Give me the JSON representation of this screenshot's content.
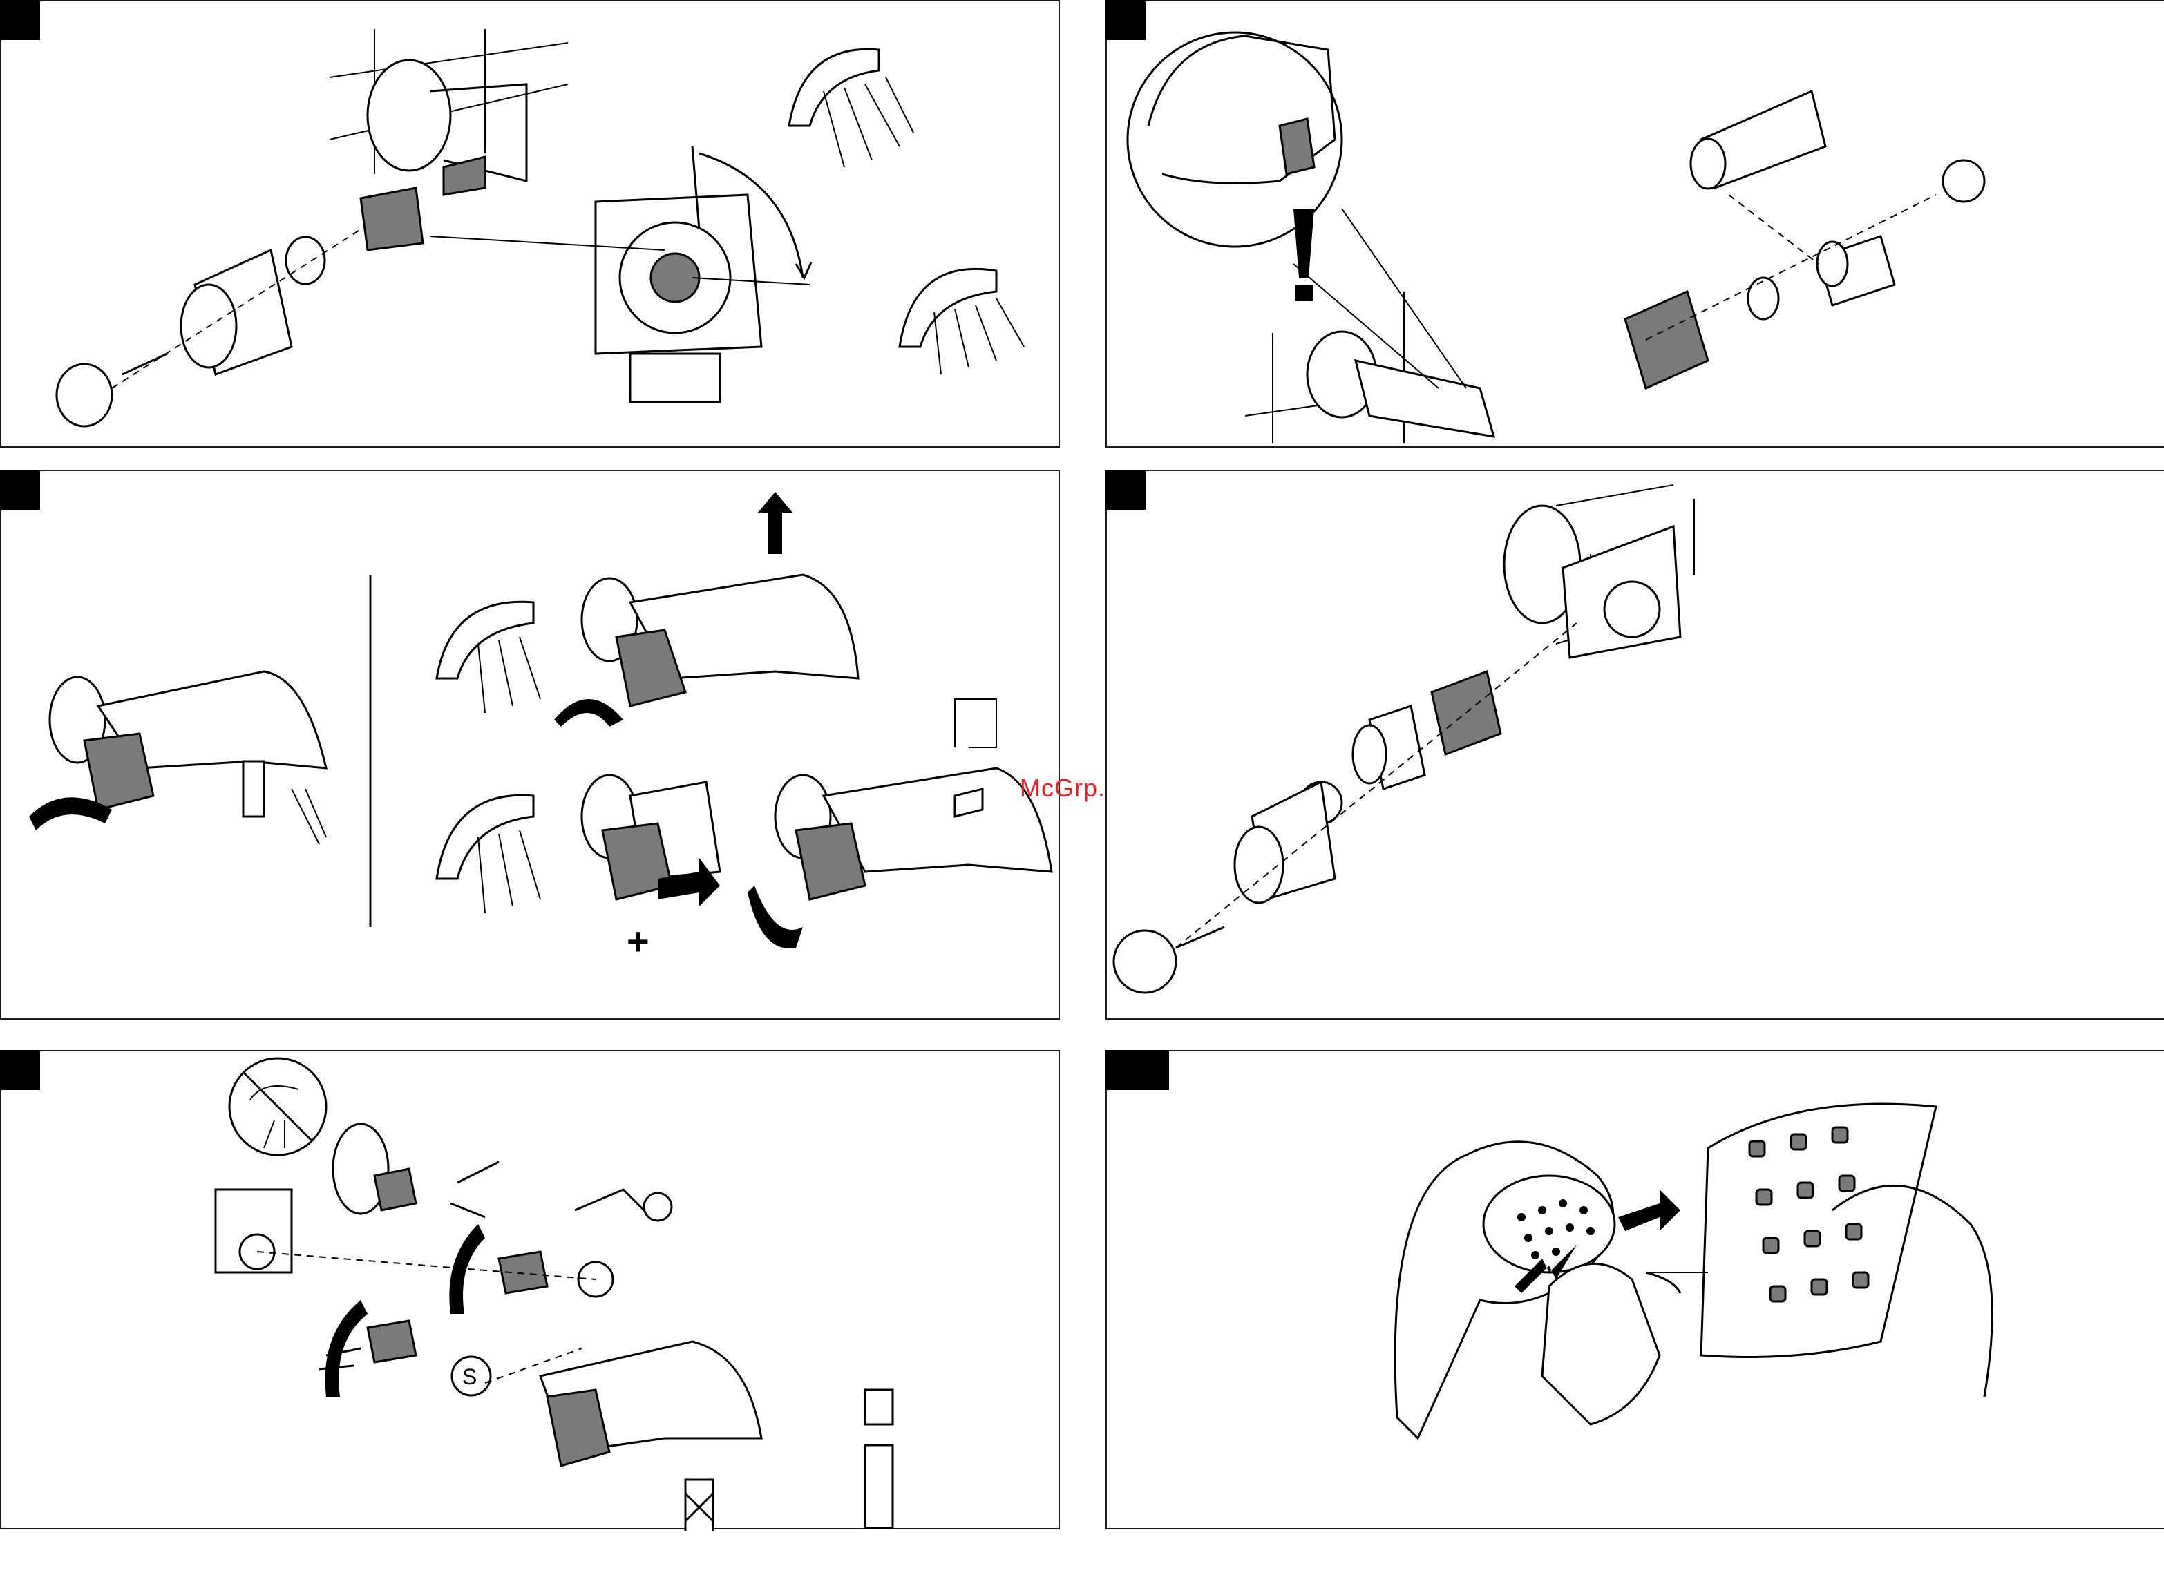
{
  "watermark": {
    "text": "McGrp.Ru",
    "color": "#e8202a"
  },
  "panels": [
    {
      "id": "panel-1"
    },
    {
      "id": "panel-2"
    },
    {
      "id": "panel-3",
      "plus_sign": "+"
    },
    {
      "id": "panel-4"
    },
    {
      "id": "panel-5",
      "s_label": "S"
    },
    {
      "id": "panel-6"
    }
  ],
  "icons": [
    "exclamation-icon",
    "prohibited-shower-icon",
    "arrow-icon",
    "shower-head-icon"
  ]
}
